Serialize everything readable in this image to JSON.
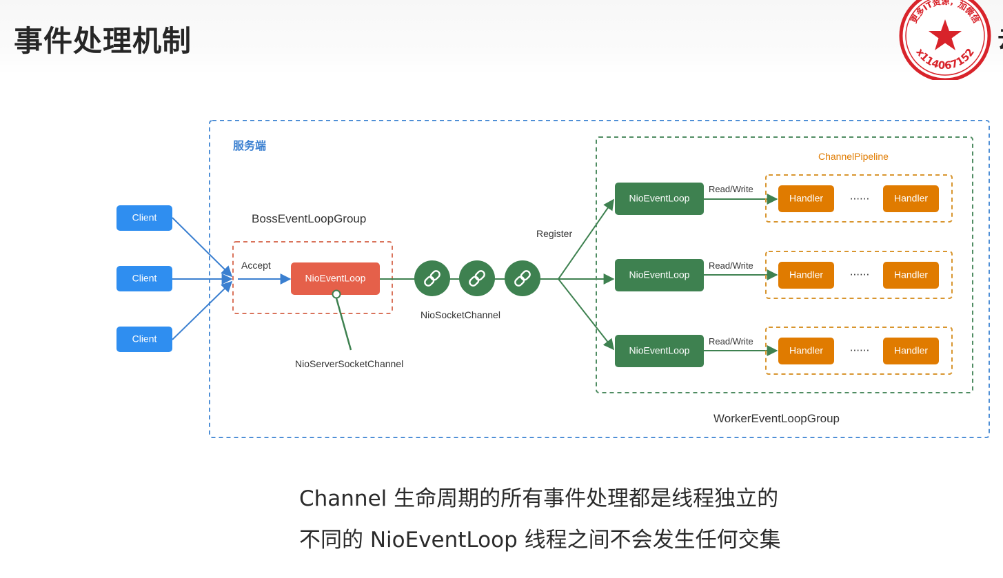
{
  "title": "事件处理机制",
  "edge_glyph": "云",
  "stamp": {
    "text_top": "更多IT资源，加微信",
    "text_bottom": "x114067152",
    "color": "#d8232a"
  },
  "diagram": {
    "server_label": "服务端",
    "clients": [
      "Client",
      "Client",
      "Client"
    ],
    "boss_group_label": "BossEventLoopGroup",
    "accept_label": "Accept",
    "boss_loop_label": "NioEventLoop",
    "server_socket_channel_label": "NioServerSocketChannel",
    "socket_channel_label": "NioSocketChannel",
    "register_label": "Register",
    "pipeline_label": "ChannelPipeline",
    "workers": [
      {
        "loop": "NioEventLoop",
        "rw": "Read/Write",
        "handler_a": "Handler",
        "dots": "······",
        "handler_b": "Handler"
      },
      {
        "loop": "NioEventLoop",
        "rw": "Read/Write",
        "handler_a": "Handler",
        "dots": "······",
        "handler_b": "Handler"
      },
      {
        "loop": "NioEventLoop",
        "rw": "Read/Write",
        "handler_a": "Handler",
        "dots": "······",
        "handler_b": "Handler"
      }
    ],
    "worker_group_label": "WorkerEventLoopGroup",
    "colors": {
      "client": "#2f8ef0",
      "boss_loop": "#e5604a",
      "worker_loop": "#3e8150",
      "handler": "#e07b00",
      "server_border": "#4f8fd6",
      "boss_border": "#d9735b",
      "worker_border": "#4f8c62",
      "pipeline_border": "#d8952e",
      "channel_circle": "#3e8150"
    }
  },
  "captions": [
    "Channel 生命周期的所有事件处理都是线程独立的",
    "不同的 NioEventLoop 线程之间不会发生任何交集"
  ]
}
